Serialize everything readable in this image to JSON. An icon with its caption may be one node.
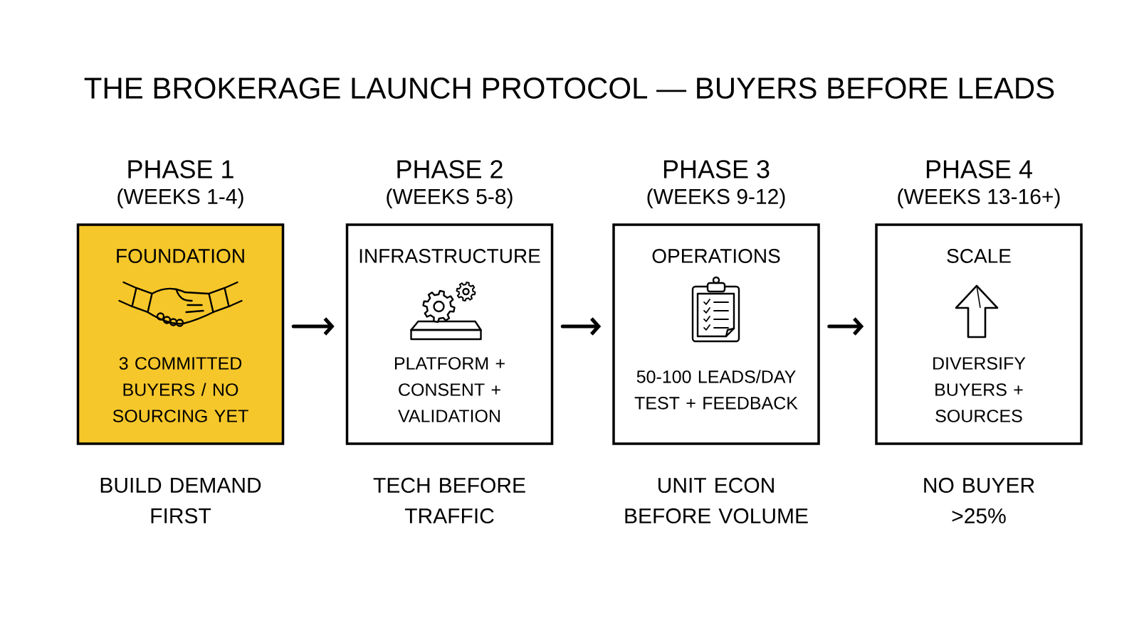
{
  "diagram": {
    "title": "THE BROKERAGE LAUNCH PROTOCOL — BUYERS BEFORE LEADS",
    "nodes": [
      {
        "text": [
          "PHASE 1",
          "(WEEKS 1-4)",
          "FOUNDATION",
          "3 COMMITTED BUYERS / NO SOURCING YET"
        ],
        "beside": [
          "BUILD DEMAND FIRST"
        ]
      },
      {
        "text": [
          "PHASE 2",
          "(WEEKS 5-8)",
          "INFRASTRUCTURE",
          "PLATFORM + CONSENT + VALIDATION"
        ],
        "beside": [
          "TECH BEFORE TRAFFIC"
        ]
      },
      {
        "text": [
          "PHASE 3",
          "(WEEKS 9-12)",
          "OPERATIONS",
          "50-100 LEADS/DAY TEST + FEEDBACK"
        ],
        "beside": [
          "UNIT ECON BEFORE VOLUME"
        ]
      },
      {
        "text": [
          "PHASE 4",
          "(WEEKS 13-16+)",
          "SCALE",
          "DIVERSIFY BUYERS + SOURCES"
        ],
        "beside": [
          "NO BUYER >25%"
        ]
      }
    ],
    "edges": [
      {
        "from": 0,
        "to": 1,
        "arrow": "to"
      },
      {
        "from": 1,
        "to": 2,
        "arrow": "to"
      },
      {
        "from": 2,
        "to": 3,
        "arrow": "to"
      }
    ]
  }
}
